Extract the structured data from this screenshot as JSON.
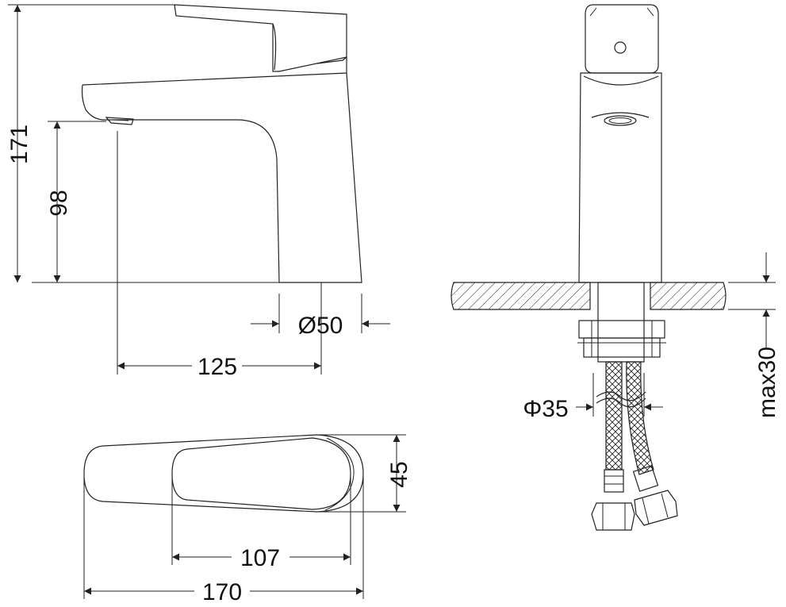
{
  "dimensions": {
    "height_total": "171",
    "height_spout": "98",
    "base_diameter": "Ø50",
    "reach": "125",
    "top_width": "45",
    "lever_length": "107",
    "total_length": "170",
    "hole_diameter": "Φ35",
    "deck_max": "max30"
  },
  "colors": {
    "ink": "#222222",
    "background": "#ffffff"
  }
}
